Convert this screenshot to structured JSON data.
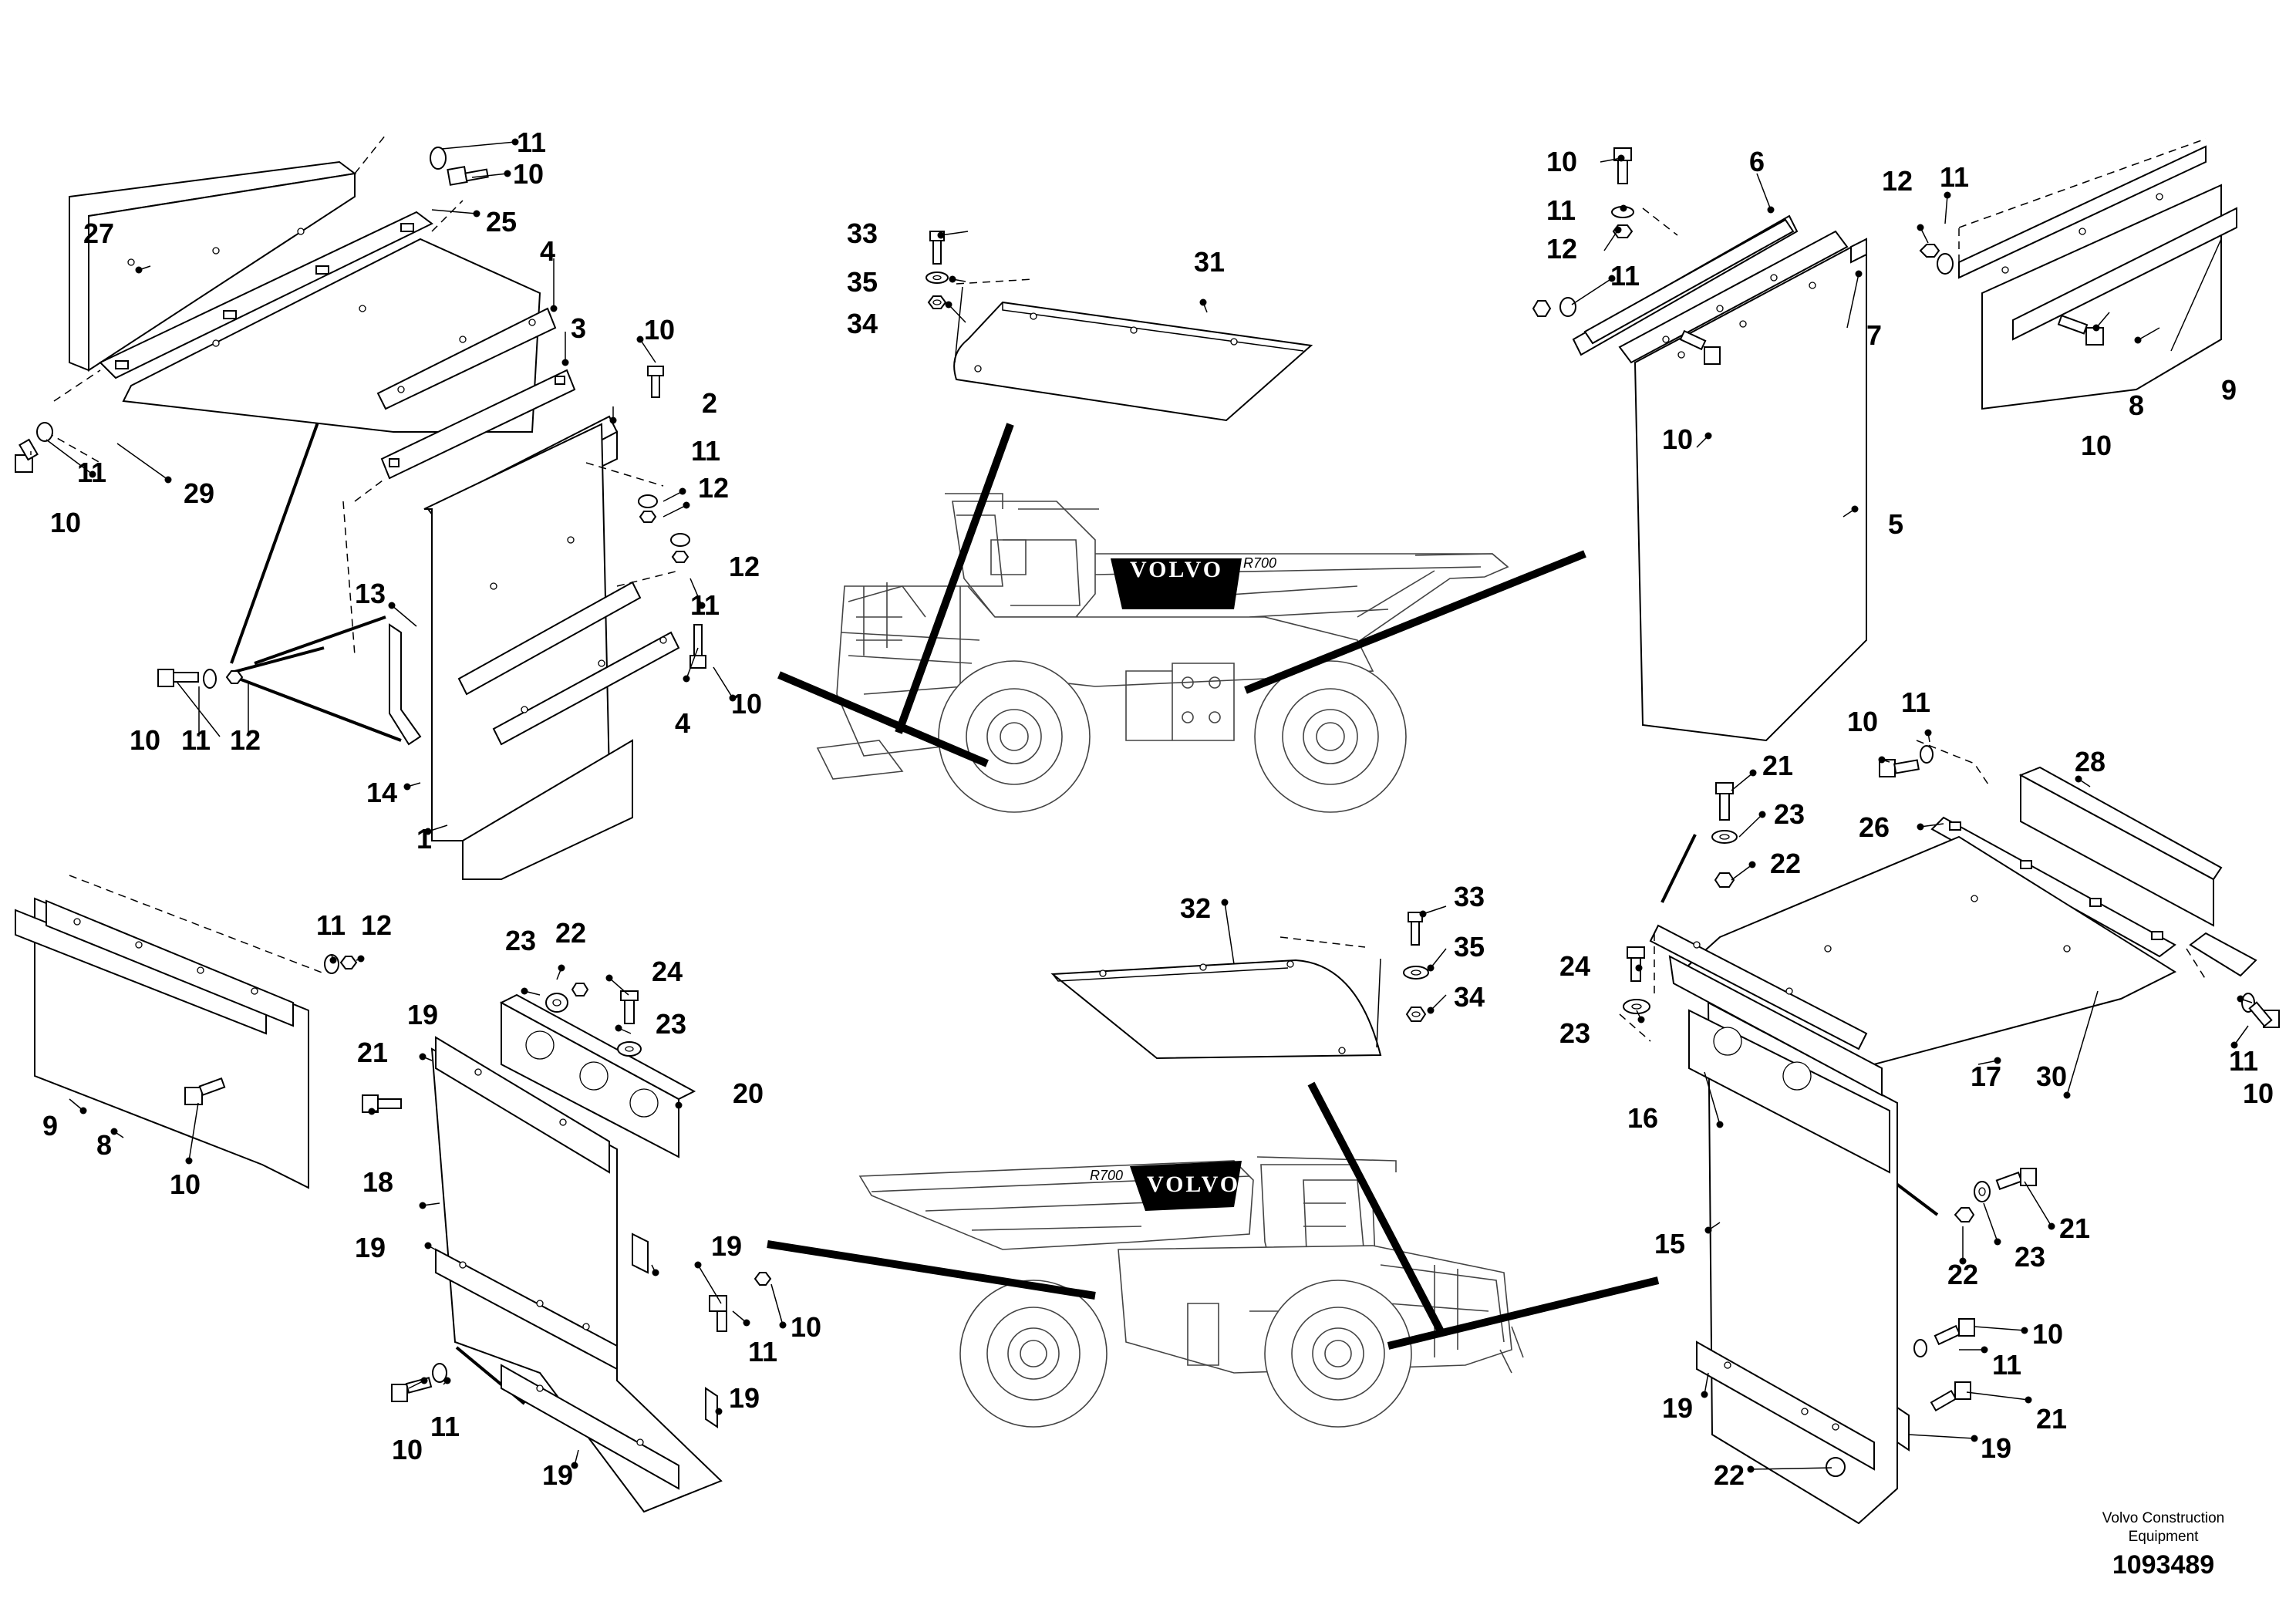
{
  "drawing": {
    "brand_line1": "Volvo Construction",
    "brand_line2": "Equipment",
    "drawing_number": "1093489",
    "truck_logo": "VOLVO",
    "truck_model": "R700"
  },
  "callouts": {
    "c1": "1",
    "c2": "2",
    "c3": "3",
    "c4": "4",
    "c5": "5",
    "c6": "6",
    "c7": "7",
    "c8": "8",
    "c9": "9",
    "c10": "10",
    "c11": "11",
    "c12": "12",
    "c13": "13",
    "c14": "14",
    "c15": "15",
    "c16": "16",
    "c17": "17",
    "c18": "18",
    "c19": "19",
    "c20": "20",
    "c21": "21",
    "c22": "22",
    "c23": "23",
    "c24": "24",
    "c25": "25",
    "c26": "26",
    "c27": "27",
    "c28": "28",
    "c29": "29",
    "c30": "30",
    "c31": "31",
    "c32": "32",
    "c33": "33",
    "c34": "34",
    "c35": "35"
  }
}
